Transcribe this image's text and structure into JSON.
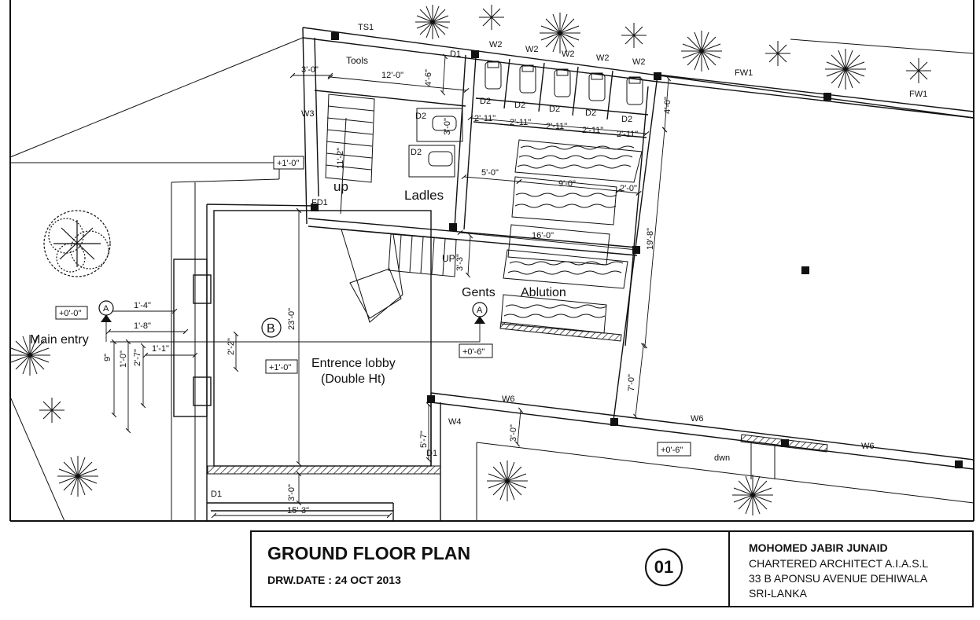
{
  "title_block": {
    "title": "GROUND FLOOR PLAN",
    "drawing_date": "DRW.DATE : 24 OCT 2013",
    "sheet_number": "01",
    "architect_name": "MOHOMED JABIR JUNAID",
    "architect_lines": [
      "CHARTERED ARCHITECT A.I.A.S.L",
      "33 B APONSU AVENUE  DEHIWALA",
      "SRI-LANKA"
    ]
  },
  "rooms": {
    "tools": "Tools",
    "ladles": "Ladles",
    "up_stair": "up",
    "up_small": "UP",
    "gents": "Gents",
    "ablution": "Ablution",
    "lobby_line1": "Entrence lobby",
    "lobby_line2": "(Double Ht)",
    "main_entry": "Main entry",
    "dwn": "dwn"
  },
  "levels": {
    "top_left": "+1'-0\"",
    "entry": "+0'-0\"",
    "lobby": "+1'-0\"",
    "gents": "+0'-6\"",
    "bottom": "+0'-6\""
  },
  "section_markers": {
    "a": "A",
    "b": "B"
  },
  "openings": {
    "ts1": "TS1",
    "d1": "D1",
    "d2": "D2",
    "w2": "W2",
    "w3": "W3",
    "w4": "W4",
    "w6": "W6",
    "fw1": "FW1",
    "fd1": "FD1"
  },
  "dimensions": {
    "d_3_0": "3'-0\"",
    "d_12_0": "12'-0\"",
    "d_4_6": "4'-6\"",
    "d_11_2": "11'-2\"",
    "d_3_0_vert": "3'-0\"",
    "d_2_11": "2'-11\"",
    "d_5_0": "5'-0\"",
    "d_9_0": "9'-0\"",
    "d_2_0": "2'-0\"",
    "d_16_0": "16'-0\"",
    "d_19_8": "19'-8\"",
    "d_4_0": "4'-0\"",
    "d_7_0": "7'-0\"",
    "d_3_3": "3'-3\"",
    "d_23_0": "23'-0\"",
    "d_1_4": "1'-4\"",
    "d_1_8": "1'-8\"",
    "d_1_1": "1'-1\"",
    "d_2_2": "2'-2\"",
    "d_9": "9\"",
    "d_1_0": "1'-0\"",
    "d_2_7": "2'-7\"",
    "d_5_7": "5'-7\"",
    "d_3_0_b": "3'-0\"",
    "d_3_0_c": "3'-0\"",
    "d_15_3": "15'-3\""
  }
}
